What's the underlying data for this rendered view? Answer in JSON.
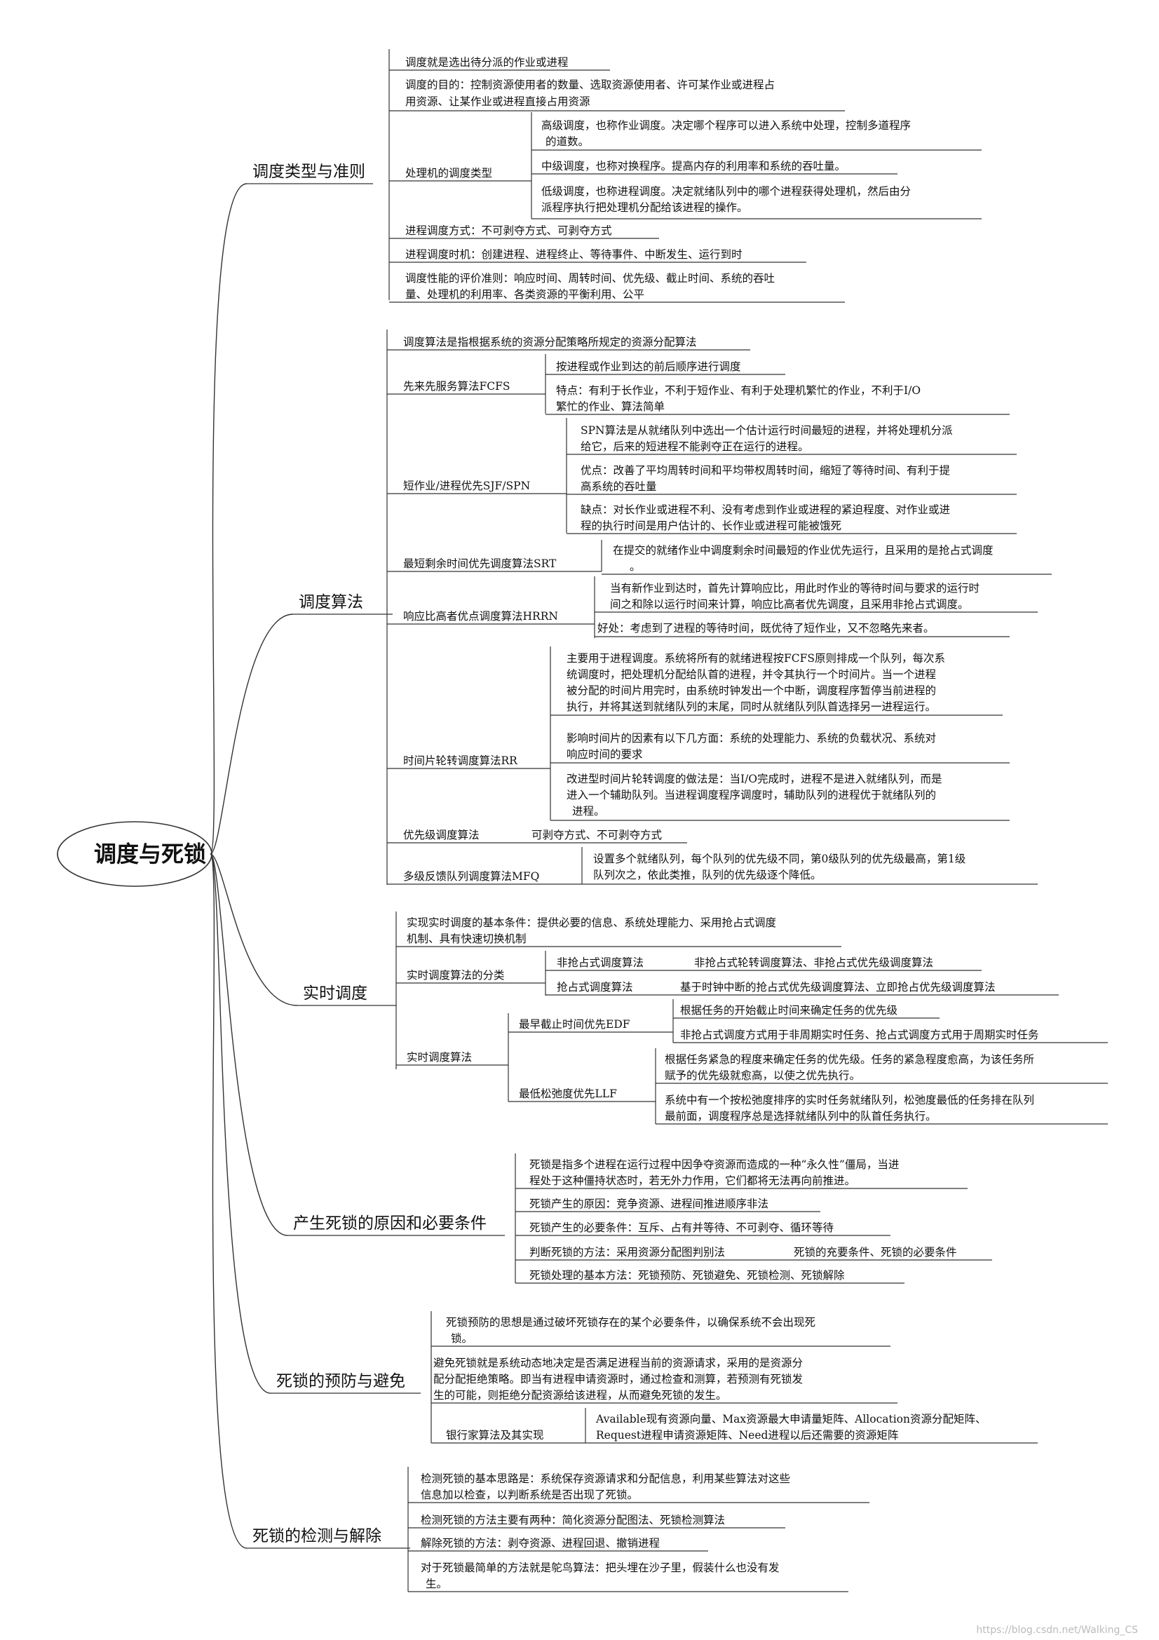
{
  "root": "调度与死锁",
  "watermark": "https://blog.csdn.net/Walking_CS",
  "s1": {
    "title": "调度类型与准则",
    "n1": "调度就是选出待分派的作业或进程",
    "n2": [
      "调度的目的：控制资源使用者的数量、选取资源使用者、许可某作业或进程占",
      "用资源、让某作业或进程直接占用资源"
    ],
    "n3": {
      "label": "处理机的调度类型",
      "c1": [
        "高级调度，也称作业调度。决定哪个程序可以进入系统中处理，控制多道程序",
        "的道数。"
      ],
      "c2": "中级调度，也称对换程序。提高内存的利用率和系统的吞吐量。",
      "c3": [
        "低级调度，也称进程调度。决定就绪队列中的哪个进程获得处理机，然后由分",
        "派程序执行把处理机分配给该进程的操作。"
      ]
    },
    "n4": "进程调度方式：不可剥夺方式、可剥夺方式",
    "n5": "进程调度时机：创建进程、进程终止、等待事件、中断发生、运行到时",
    "n6": [
      "调度性能的评价准则：响应时间、周转时间、优先级、截止时间、系统的吞吐",
      "量、处理机的利用率、各类资源的平衡利用、公平"
    ]
  },
  "s2": {
    "title": "调度算法",
    "n1": "调度算法是指根据系统的资源分配策略所规定的资源分配算法",
    "fcfs": {
      "label": "先来先服务算法FCFS",
      "c1": "按进程或作业到达的前后顺序进行调度",
      "c2": [
        "特点：有利于长作业，不利于短作业、有利于处理机繁忙的作业，不利于I/O",
        "繁忙的作业、算法简单"
      ]
    },
    "sjf": {
      "label": "短作业/进程优先SJF/SPN",
      "c1": [
        "SPN算法是从就绪队列中选出一个估计运行时间最短的进程，并将处理机分派",
        "给它，后来的短进程不能剥夺正在运行的进程。"
      ],
      "c2": [
        "优点：改善了平均周转时间和平均带权周转时间，缩短了等待时间、有利于提",
        "高系统的吞吐量"
      ],
      "c3": [
        "缺点：对长作业或进程不利、没有考虑到作业或进程的紧迫程度、对作业或进",
        "程的执行时间是用户估计的、长作业或进程可能被饿死"
      ]
    },
    "srt": {
      "label": "最短剩余时间优先调度算法SRT",
      "c1": [
        "在提交的就绪作业中调度剩余时间最短的作业优先运行，且采用的是抢占式调度",
        "。"
      ]
    },
    "hrrn": {
      "label": "响应比高者优点调度算法HRRN",
      "c1": [
        "当有新作业到达时，首先计算响应比，用此时作业的等待时间与要求的运行时",
        "间之和除以运行时间来计算，响应比高者优先调度，且采用非抢占式调度。"
      ],
      "c2": "好处：考虑到了进程的等待时间，既优待了短作业，又不忽略先来者。"
    },
    "rr": {
      "label": "时间片轮转调度算法RR",
      "c1": [
        "主要用于进程调度。系统将所有的就绪进程按FCFS原则排成一个队列，每次系",
        "统调度时，把处理机分配给队首的进程，并令其执行一个时间片。当一个进程",
        "被分配的时间片用完时，由系统时钟发出一个中断，调度程序暂停当前进程的",
        "执行，并将其送到就绪队列的末尾，同时从就绪队列队首选择另一进程运行。"
      ],
      "c2": [
        "影响时间片的因素有以下几方面：系统的处理能力、系统的负载状况、系统对",
        "响应时间的要求"
      ],
      "c3": [
        "改进型时间片轮转调度的做法是：当I/O完成时，进程不是进入就绪队列，而是",
        "进入一个辅助队列。当进程调度程序调度时，辅助队列的进程优于就绪队列的",
        "进程。"
      ]
    },
    "prio": {
      "label": "优先级调度算法",
      "c1": "可剥夺方式、不可剥夺方式"
    },
    "mfq": {
      "label": "多级反馈队列调度算法MFQ",
      "c1": [
        "设置多个就绪队列，每个队列的优先级不同，第0级队列的优先级最高，第1级",
        "队列次之，依此类推，队列的优先级逐个降低。"
      ]
    }
  },
  "s3": {
    "title": "实时调度",
    "n1": [
      "实现实时调度的基本条件：提供必要的信息、系统处理能力、采用抢占式调度",
      "机制、具有快速切换机制"
    ],
    "cls": {
      "label": "实时调度算法的分类",
      "a": {
        "label": "非抢占式调度算法",
        "c1": "非抢占式轮转调度算法、非抢占式优先级调度算法"
      },
      "b": {
        "label": "抢占式调度算法",
        "c1": "基于时钟中断的抢占式优先级调度算法、立即抢占优先级调度算法"
      }
    },
    "alg": {
      "label": "实时调度算法",
      "edf": {
        "label": "最早截止时间优先EDF",
        "c1": "根据任务的开始截止时间来确定任务的优先级",
        "c2": "非抢占式调度方式用于非周期实时任务、抢占式调度方式用于周期实时任务"
      },
      "llf": {
        "label": "最低松弛度优先LLF",
        "c1": [
          "根据任务紧急的程度来确定任务的优先级。任务的紧急程度愈高，为该任务所",
          "赋予的优先级就愈高，以使之优先执行。"
        ],
        "c2": [
          "系统中有一个按松弛度排序的实时任务就绪队列，松弛度最低的任务排在队列",
          "最前面，调度程序总是选择就绪队列中的队首任务执行。"
        ]
      }
    }
  },
  "s4": {
    "title": "产生死锁的原因和必要条件",
    "n1": [
      "死锁是指多个进程在运行过程中因争夺资源而造成的一种“永久性”僵局，当进",
      "程处于这种僵持状态时，若无外力作用，它们都将无法再向前推进。"
    ],
    "n2": "死锁产生的原因：竞争资源、进程间推进顺序非法",
    "n3": "死锁产生的必要条件：互斥、占有并等待、不可剥夺、循环等待",
    "n4": {
      "label": "判断死锁的方法：采用资源分配图判别法",
      "c1": "死锁的充要条件、死锁的必要条件"
    },
    "n5": "死锁处理的基本方法：死锁预防、死锁避免、死锁检测、死锁解除"
  },
  "s5": {
    "title": "死锁的预防与避免",
    "n1": [
      "死锁预防的思想是通过破坏死锁存在的某个必要条件，以确保系统不会出现死",
      "锁。"
    ],
    "n2": [
      "避免死锁就是系统动态地决定是否满足进程当前的资源请求，采用的是资源分",
      "配分配拒绝策略。即当有进程申请资源时，通过检查和测算，若预测有死锁发",
      "生的可能，则拒绝分配资源给该进程，从而避免死锁的发生。"
    ],
    "n3": {
      "label": "银行家算法及其实现",
      "c1": [
        "Available现有资源向量、Max资源最大申请量矩阵、Allocation资源分配矩阵、",
        "Request进程申请资源矩阵、Need进程以后还需要的资源矩阵"
      ]
    }
  },
  "s6": {
    "title": "死锁的检测与解除",
    "n1": [
      "检测死锁的基本思路是：系统保存资源请求和分配信息，利用某些算法对这些",
      "信息加以检查，以判断系统是否出现了死锁。"
    ],
    "n2": "检测死锁的方法主要有两种：简化资源分配图法、死锁检测算法",
    "n3": "解除死锁的方法：剥夺资源、进程回退、撤销进程",
    "n4": [
      "对于死锁最简单的方法就是鸵鸟算法：把头埋在沙子里，假装什么也没有发",
      "生。"
    ]
  }
}
